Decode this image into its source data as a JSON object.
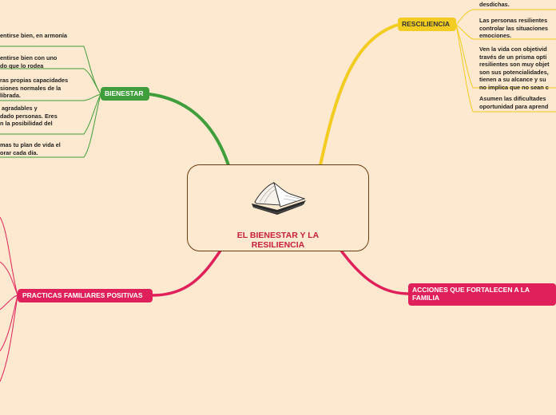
{
  "center": {
    "title": "EL BIENESTAR Y LA RESILIENCIA",
    "icon": "open-book-icon"
  },
  "branches": {
    "bienestar": {
      "label": "BIENESTAR",
      "color": "#3f9e3b",
      "items": [
        "entirse bien, en armonía",
        "entirse bien con uno\ndo que lo rodea",
        "ras propias capacidades\nsiones normales de la\nlibrada.",
        " agradables y\ndado personas. Eres\nn la posibilidad del",
        "mas tu plan de vida el\norar cada día."
      ]
    },
    "resiliencia": {
      "label": "RESCILIENCIA",
      "color": "#f3cc22",
      "items": [
        "desdichas.",
        "Las personas resilientes\ncontrolar las situaciones\nemociones.",
        "Ven la vida con objetivid\ntravés de un prisma opti\nresilientes son muy objet\nson sus potencialidades,\ntienen a su alcance y su\nno implica que no sean c",
        "Asumen las dificultades \noportunidad para aprend"
      ]
    },
    "practicas": {
      "label": "PRACTICAS FAMILIARES POSITIVAS",
      "color": "#e0205a"
    },
    "acciones": {
      "label": "ACCIONES QUE FORTALECEN A LA FAMILIA",
      "color": "#e0205a"
    }
  }
}
